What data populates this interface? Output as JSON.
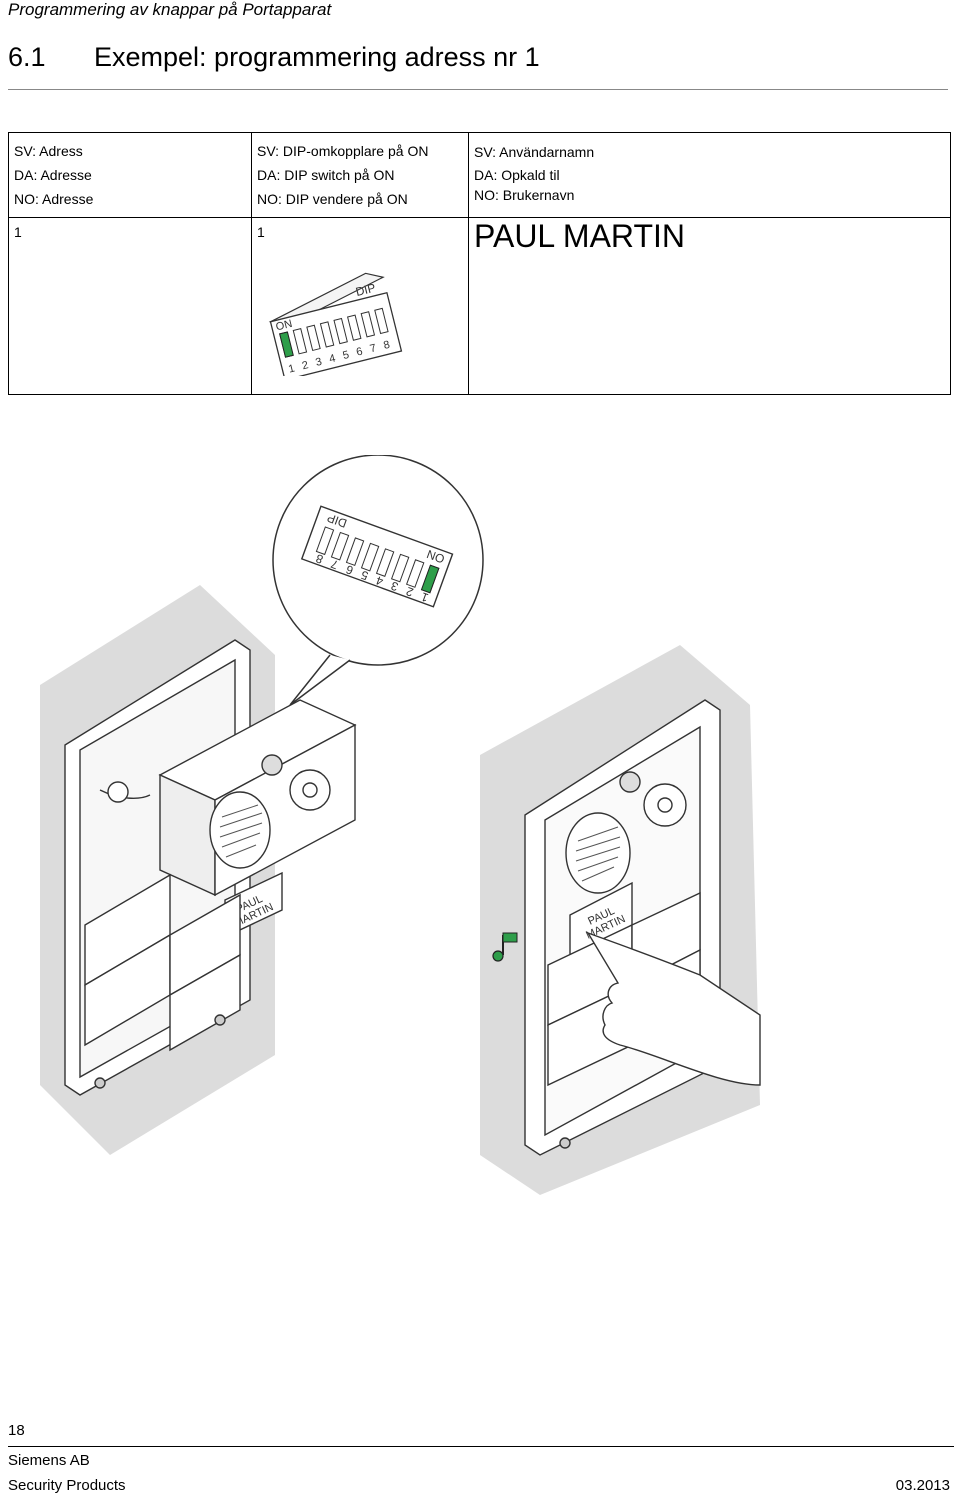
{
  "header": {
    "title": "Programmering av knappar på Portapparat"
  },
  "section": {
    "number": "6.1",
    "title": "Exempel: programmering adress nr 1"
  },
  "table": {
    "col1": {
      "sv": "SV: Adress",
      "da": "DA: Adresse",
      "no": "NO: Adresse",
      "value": "1"
    },
    "col2": {
      "sv": "SV: DIP-omkopplare på ON",
      "da": "DA: DIP switch på ON",
      "no": "NO: DIP vendere på ON",
      "value": "1"
    },
    "col3": {
      "sv": "SV: Användarnamn",
      "da": "DA: Opkald til",
      "no": "NO: Brukernavn",
      "value": "PAUL MARTIN"
    }
  },
  "dip_small": {
    "label": "DIP",
    "on_label": "ON",
    "numbers": [
      "1",
      "2",
      "3",
      "4",
      "5",
      "6",
      "7",
      "8"
    ]
  },
  "zoom_dip": {
    "label": "DIP",
    "on_label": "ON",
    "numbers": [
      "1",
      "2",
      "3",
      "4",
      "5",
      "6",
      "7",
      "8"
    ]
  },
  "panel_name": {
    "line1": "PAUL",
    "line2": "MARTIN"
  },
  "footer": {
    "page": "18",
    "company": "Siemens AB",
    "division": "Security Products",
    "date": "03.2013"
  },
  "colors": {
    "highlight_green": "#2e9e4a",
    "backdrop": "#dcdcdc",
    "line": "#333333"
  }
}
